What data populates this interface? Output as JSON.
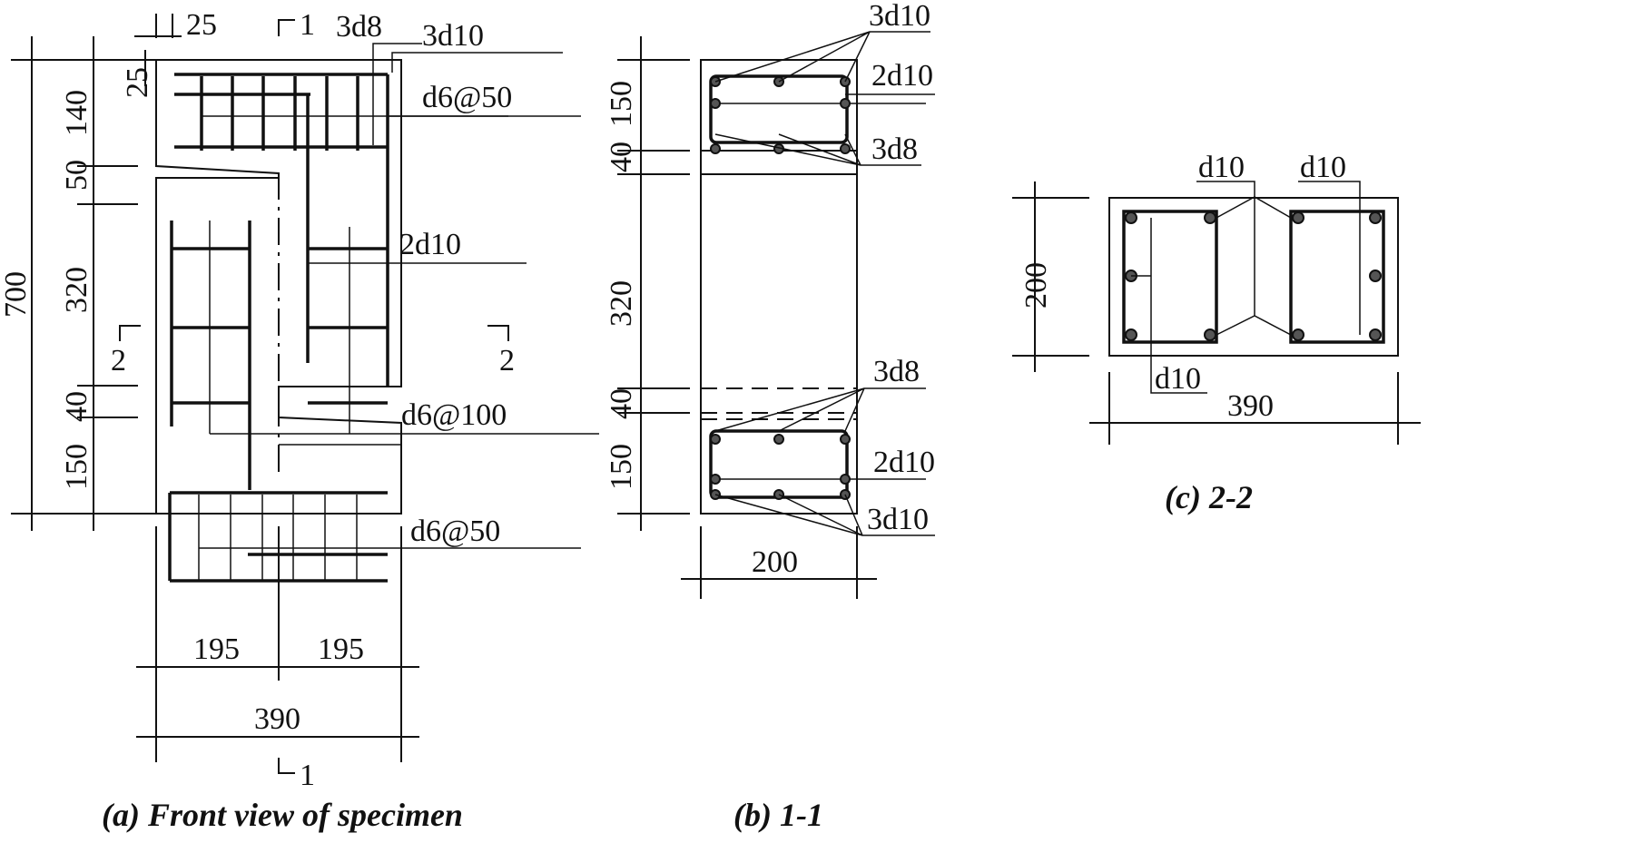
{
  "figure": {
    "panels": [
      {
        "id": "a",
        "caption": "(a) Front view of specimen",
        "vertical_dims": {
          "total": "700",
          "segments": [
            "140",
            "50",
            "320",
            "40",
            "150"
          ],
          "cover": [
            "25",
            "25"
          ]
        },
        "horizontal_dims": {
          "segments": [
            "195",
            "195"
          ],
          "total": "390"
        },
        "section_marks": {
          "cut_1_top": "1",
          "cut_1_bottom": "1",
          "cut_2_left": "2",
          "cut_2_right": "2"
        },
        "rebar_labels": [
          "3d8",
          "3d10",
          "d6@50",
          "2d10",
          "d6@100",
          "d6@50"
        ]
      },
      {
        "id": "b",
        "caption": "(b) 1-1",
        "vertical_dims": [
          "150",
          "40",
          "320",
          "40",
          "150"
        ],
        "horizontal_dims": {
          "total": "200"
        },
        "rebar_labels": [
          "3d10",
          "2d10",
          "3d8",
          "3d8",
          "2d10",
          "3d10"
        ]
      },
      {
        "id": "c",
        "caption": "(c) 2-2",
        "vertical_dims": {
          "total": "200"
        },
        "horizontal_dims": {
          "total": "390"
        },
        "rebar_labels": [
          "d10",
          "d10",
          "d10"
        ]
      }
    ]
  }
}
